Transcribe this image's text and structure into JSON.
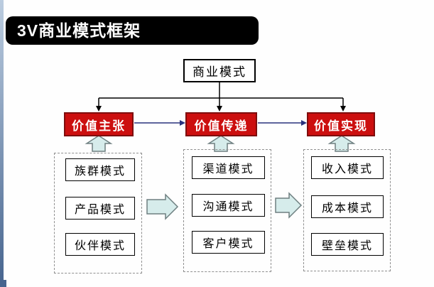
{
  "title": "3V商业模式框架",
  "root": {
    "label": "商业模式"
  },
  "pillars": [
    {
      "label": "价值主张",
      "items": [
        "族群模式",
        "产品模式",
        "伙伴模式"
      ]
    },
    {
      "label": "价值传递",
      "items": [
        "渠道模式",
        "沟通模式",
        "客户模式"
      ]
    },
    {
      "label": "价值实现",
      "items": [
        "收入模式",
        "成本模式",
        "壁垒模式"
      ]
    }
  ],
  "colors": {
    "pillar_fill": "#cc0f0f",
    "pillar_border": "#7e0d0d",
    "pillar_text": "#ffffff",
    "flow_arrow_fill": "#d6eceb",
    "flow_arrow_border": "#6e7f80",
    "connector_black": "#000000",
    "connector_blue": "#28327d",
    "title_bg": "#000000",
    "title_text": "#ffffff",
    "side_strip_top": "#bccde0",
    "side_strip_bottom": "#46648e"
  }
}
